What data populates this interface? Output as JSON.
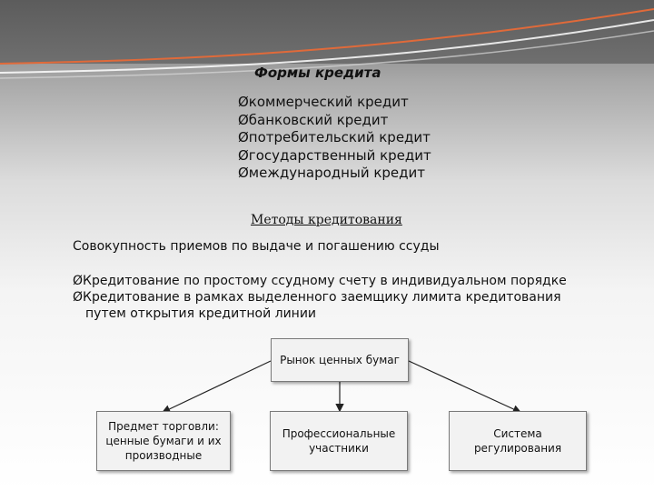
{
  "credit_forms": {
    "title": "Формы кредита",
    "items": [
      "Øкоммерческий кредит",
      "Øбанковский кредит",
      "Øпотребительский кредит",
      "Øгосударственный кредит",
      "Øмеждународный кредит"
    ]
  },
  "credit_methods": {
    "title": "Методы кредитования",
    "description": "Совокупность приемов по выдаче и погашению ссуды",
    "item1": "ØКредитование по простому ссудному счету в индивидуальном порядке",
    "item2_line1": "ØКредитование в рамках выделенного заемщику лимита кредитования",
    "item2_line2": "путем открытия кредитной линии"
  },
  "diagram": {
    "root": "Рынок ценных бумаг",
    "child_left": "Предмет торговли: ценные бумаги и их производные",
    "child_center": "Профессиональные участники",
    "child_right": "Система регулирования"
  }
}
